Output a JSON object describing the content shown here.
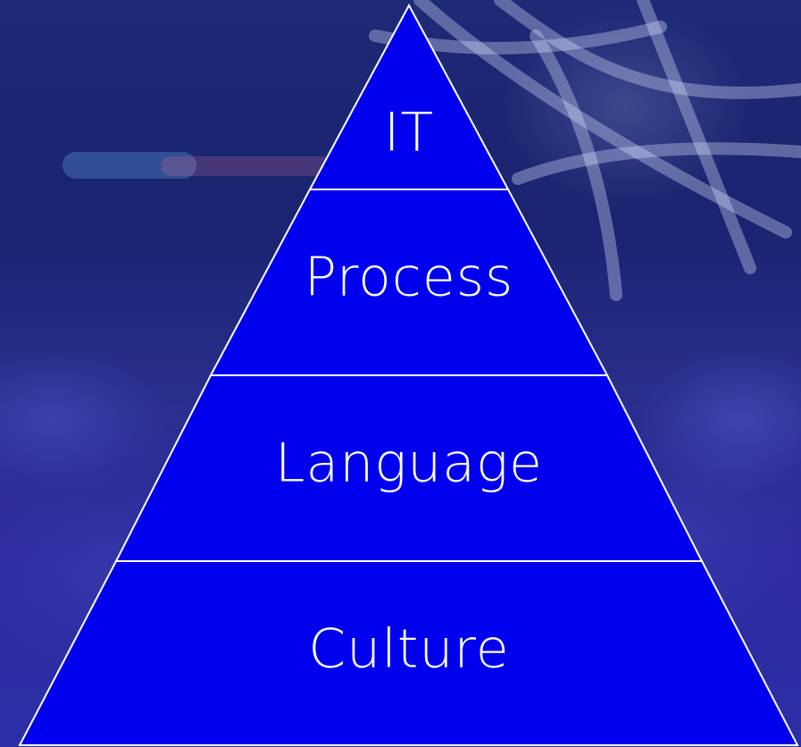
{
  "diagram": {
    "type": "pyramid",
    "tiers": [
      {
        "label": "IT"
      },
      {
        "label": "Process"
      },
      {
        "label": "Language"
      },
      {
        "label": "Culture"
      }
    ],
    "fill_color": "#0000EE",
    "stroke_color": "#FFFFFF",
    "text_color": "#FFFFFF"
  }
}
